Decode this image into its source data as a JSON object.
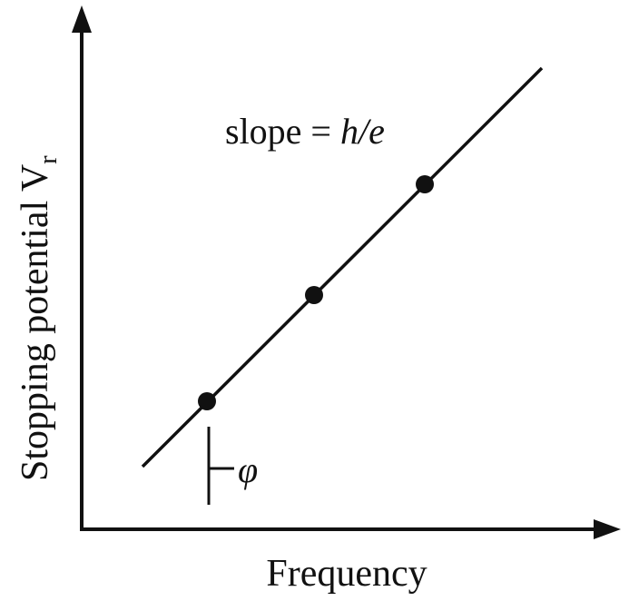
{
  "figure": {
    "x_axis_label": "Frequency",
    "y_axis_label": "Stopping potential V",
    "y_axis_label_subscript": "r",
    "slope_label_prefix": "slope = ",
    "slope_label_formula": "h/e",
    "intercept_label": "φ"
  },
  "points_count": 3,
  "colors": {
    "ink": "#111111",
    "background": "#ffffff"
  }
}
